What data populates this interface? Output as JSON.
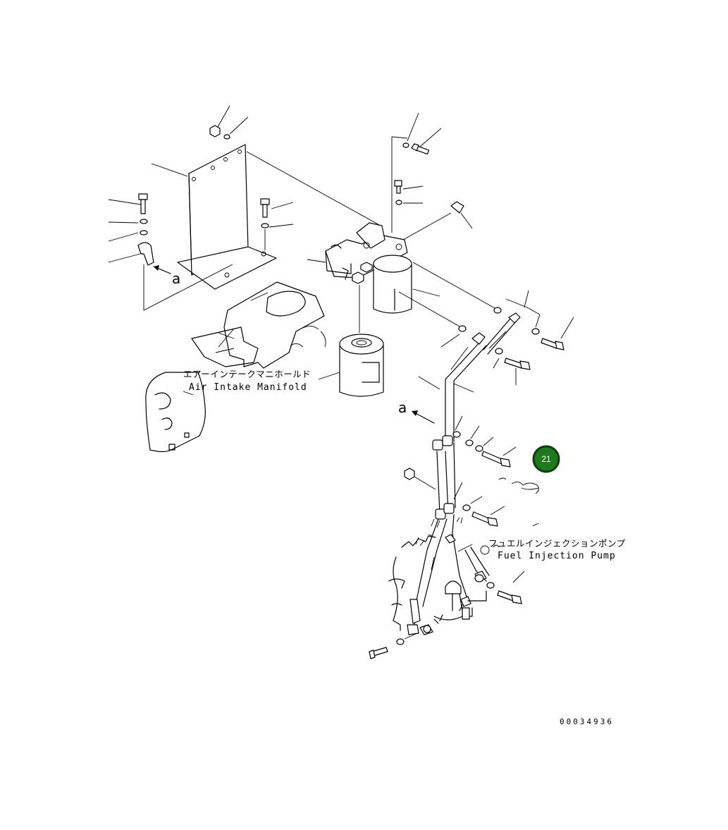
{
  "labels": {
    "manifold_jp": "エアーインテークマニホールド",
    "manifold_en": "Air Intake Manifold",
    "pump_jp": "フュエルインジェクションポンプ",
    "pump_en": "Fuel Injection Pump",
    "ref_a": "a",
    "drawing_number": "00034936"
  },
  "badge": {
    "label": "21",
    "color": "#1f7a1f",
    "ring_color": "#0b3d0b"
  }
}
